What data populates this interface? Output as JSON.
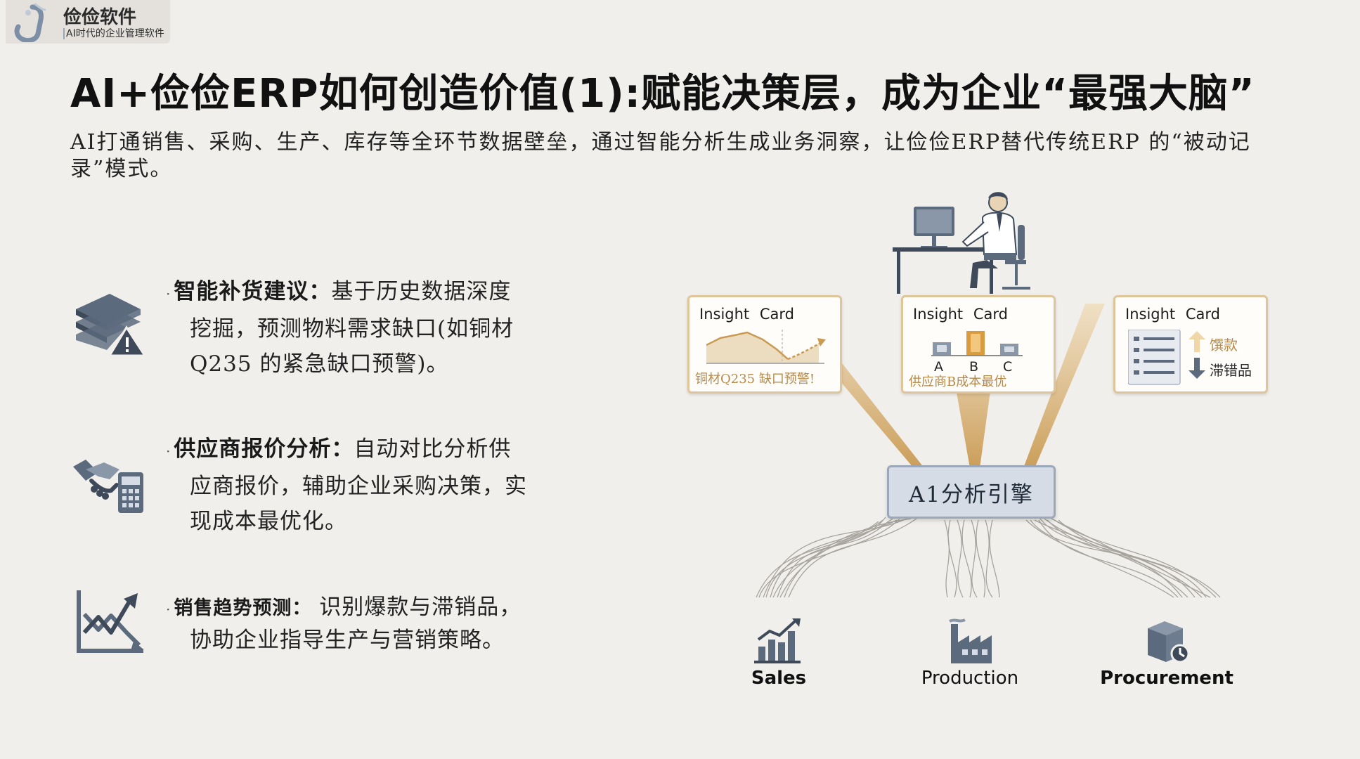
{
  "logo": {
    "name": "俭俭软件",
    "slogan": "AI时代的企业管理软件"
  },
  "title": "AI+俭俭ERP如何创造价值(1):赋能决策层，成为企业“最强大脑”",
  "subtitle": "AI打通销售、采购、生产、库存等全环节数据壁垒，通过智能分析生成业务洞察，让俭俭ERP替代传统ERP 的“被动记录”模式。",
  "features": [
    {
      "icon": "stacked-materials-warning-icon",
      "title": "智能补货建议：",
      "line1": "基于历史数据深度",
      "line2": "挖掘，预测物料需求缺口(如铜材",
      "line3": "Q235 的紧急缺口预警)。"
    },
    {
      "icon": "handshake-calculator-icon",
      "title": "供应商报价分析：",
      "line1": "自动对比分析供",
      "line2": "应商报价，辅助企业采购决策，实",
      "line3": "现成本最优化。"
    },
    {
      "icon": "trend-chart-icon",
      "title": "销售趋势预测：",
      "line1": " 识别爆款与滞销品，",
      "line2": "协助企业指导生产与营销策略。"
    }
  ],
  "diagram": {
    "person_icon": "person-at-desk-icon",
    "cards": [
      {
        "title": "Insight Card",
        "footer": "铜材Q235 缺口预警!",
        "visual": "trend-line-icon"
      },
      {
        "title": "Insight Card",
        "footer": "供应商B成本最优",
        "visual": "bar-compare-icon",
        "bars": [
          "A",
          "B",
          "C"
        ]
      },
      {
        "title": "Insight Card",
        "visual": "list-icon",
        "label_up": "馔款",
        "label_down": "滞错品"
      }
    ],
    "engine": "A1分析引擎",
    "departments": [
      {
        "label": "Sales",
        "icon": "sales-chart-icon"
      },
      {
        "label": "Production",
        "icon": "factory-icon"
      },
      {
        "label": "Procurement",
        "icon": "package-icon"
      }
    ],
    "colors": {
      "beam": "#d6ad6c",
      "card_border": "#e0c59a",
      "engine_bg": "#d5dce6",
      "icon_gray": "#5c6a7e"
    }
  }
}
